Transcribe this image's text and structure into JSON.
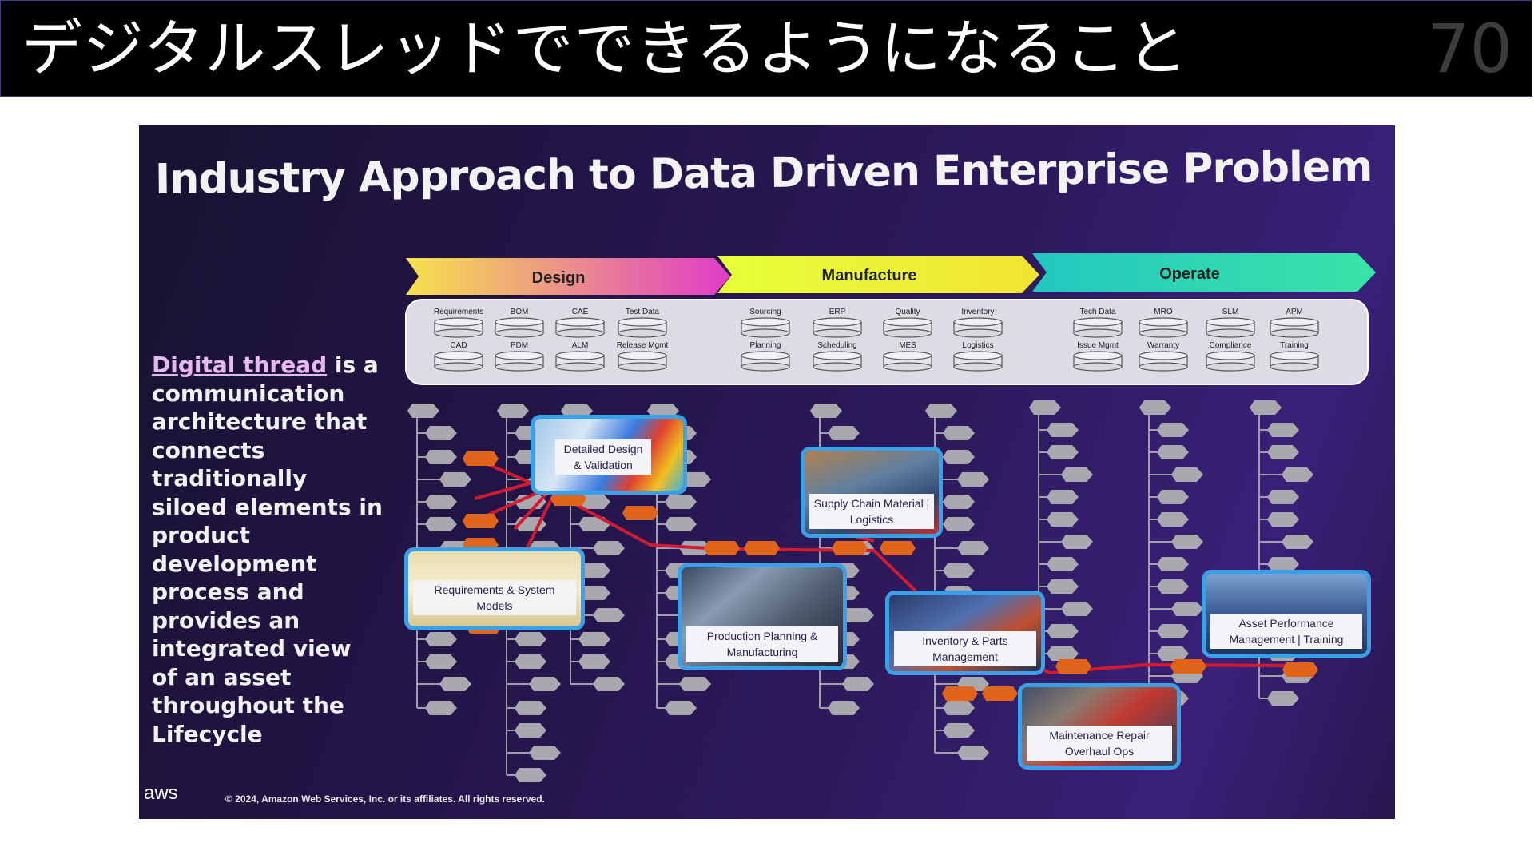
{
  "header": {
    "title": "デジタルスレッドでできるようになること",
    "page_number": "70"
  },
  "slide": {
    "title": "Industry Approach to Data Driven Enterprise Problem",
    "phases": [
      {
        "label": "Design",
        "color_start": "#f5e04a",
        "color_end": "#e040c8"
      },
      {
        "label": "Manufacture",
        "color_start": "#e8ff40",
        "color_end": "#f0e830"
      },
      {
        "label": "Operate",
        "color_start": "#28d0c0",
        "color_end": "#30e0b0"
      }
    ],
    "systems": {
      "top": [
        "Requirements",
        "BOM",
        "CAE",
        "Test Data",
        "Sourcing",
        "ERP",
        "Quality",
        "Inventory",
        "Tech Data",
        "MRO",
        "SLM",
        "APM"
      ],
      "bottom": [
        "CAD",
        "PDM",
        "ALM",
        "Release Mgmt",
        "Planning",
        "Scheduling",
        "MES",
        "Logistics",
        "Issue Mgmt",
        "Warranty",
        "Compliance",
        "Training"
      ]
    },
    "side_text": {
      "highlight": "Digital thread",
      "rest": " is a communication architecture that connects traditionally siloed elements in product development process and provides an integrated view of an asset throughout the Lifecycle"
    },
    "cards": [
      {
        "label": "Detailed Design & Validation"
      },
      {
        "label": "Supply Chain Material | Logistics"
      },
      {
        "label": "Requirements & System Models"
      },
      {
        "label": "Production Planning & Manufacturing"
      },
      {
        "label": "Inventory & Parts Management"
      },
      {
        "label": "Asset Performance Management | Training"
      },
      {
        "label": "Maintenance Repair Overhaul Ops"
      }
    ],
    "aws_logo": "aws",
    "copyright": "© 2024, Amazon Web Services, Inc. or its affiliates. All rights reserved.",
    "colors": {
      "accent_orange": "#e0641a",
      "thread_red": "#d0182a",
      "node_gray": "#a8a8a8",
      "card_border": "#3aa0e8"
    }
  }
}
